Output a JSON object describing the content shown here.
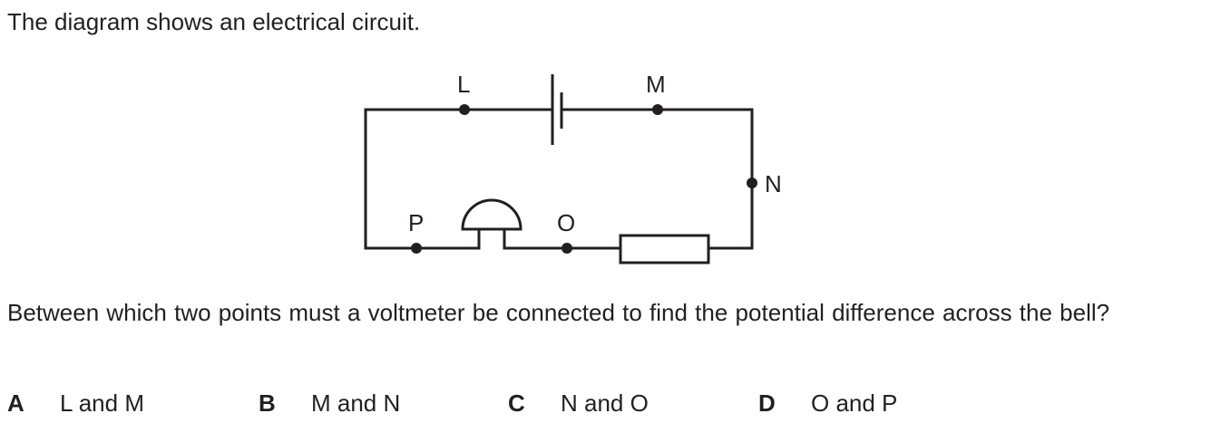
{
  "intro": "The diagram shows an electrical circuit.",
  "diagram": {
    "points": [
      {
        "id": "L",
        "label": "L"
      },
      {
        "id": "M",
        "label": "M"
      },
      {
        "id": "N",
        "label": "N"
      },
      {
        "id": "O",
        "label": "O"
      },
      {
        "id": "P",
        "label": "P"
      }
    ],
    "components": [
      "cell",
      "resistor",
      "bell"
    ]
  },
  "question": "Between which two points must a voltmeter be connected to find the potential difference across the bell?",
  "options": [
    {
      "letter": "A",
      "label": "L and M"
    },
    {
      "letter": "B",
      "label": "M and N"
    },
    {
      "letter": "C",
      "label": "N and O"
    },
    {
      "letter": "D",
      "label": "O and P"
    }
  ]
}
